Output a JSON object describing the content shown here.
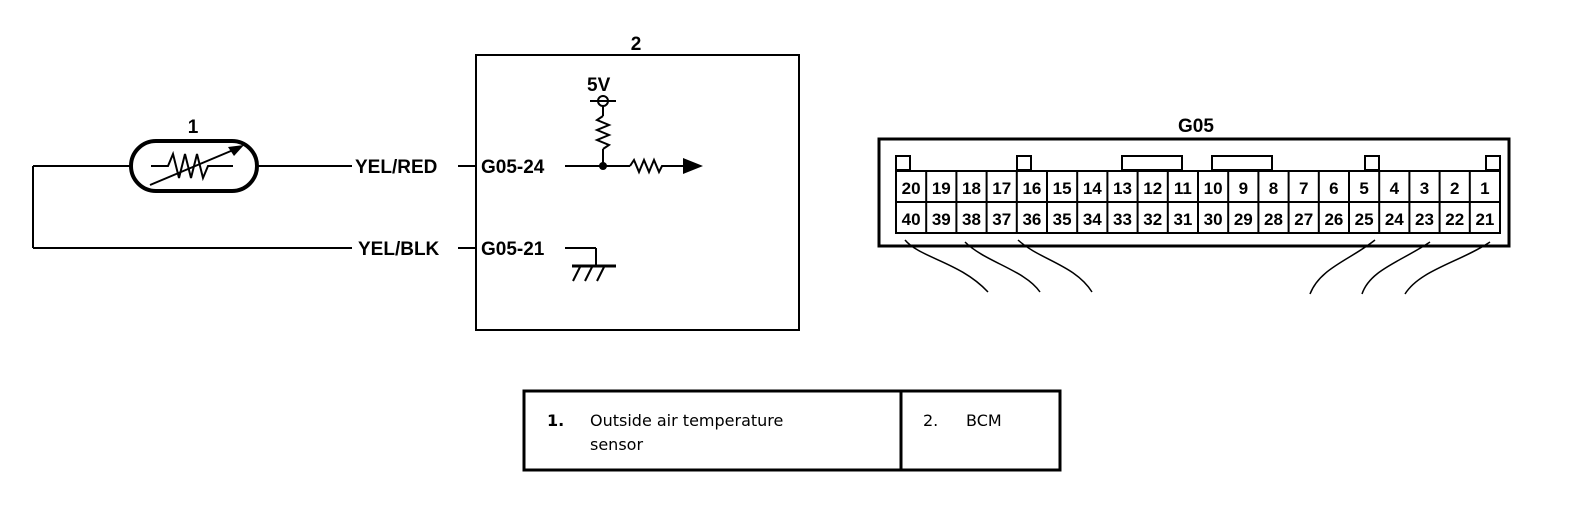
{
  "schematic": {
    "component_1_number": "1",
    "component_2_number": "2",
    "supply_voltage": "5V",
    "wire_top_color": "YEL/RED",
    "wire_bottom_color": "YEL/BLK",
    "pin_top": "G05-24",
    "pin_bottom": "G05-21"
  },
  "connector": {
    "name": "G05",
    "row1_pins": [
      "20",
      "19",
      "18",
      "17",
      "16",
      "15",
      "14",
      "13",
      "12",
      "11",
      "10",
      "9",
      "8",
      "7",
      "6",
      "5",
      "4",
      "3",
      "2",
      "1"
    ],
    "row2_pins": [
      "40",
      "39",
      "38",
      "37",
      "36",
      "35",
      "34",
      "33",
      "32",
      "31",
      "30",
      "29",
      "28",
      "27",
      "26",
      "25",
      "24",
      "23",
      "22",
      "21"
    ]
  },
  "legend": {
    "item1_number": "1.",
    "item1_line1": "Outside air temperature",
    "item1_line2": "sensor",
    "item2_number": "2.",
    "item2_label": "BCM"
  }
}
